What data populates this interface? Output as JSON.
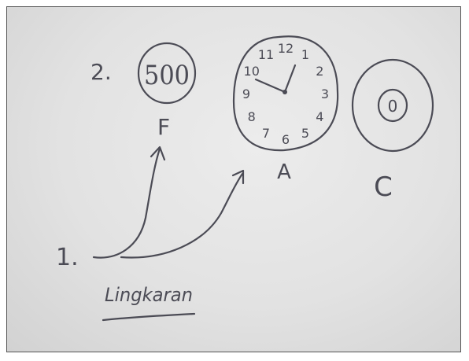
{
  "photo": {
    "numbers": {
      "item_one": "1.",
      "item_two": "2."
    },
    "coin": {
      "value": "500",
      "letter": "F"
    },
    "clock": {
      "letter": "A",
      "numerals": [
        "12",
        "1",
        "2",
        "3",
        "4",
        "5",
        "6",
        "7",
        "8",
        "9",
        "10",
        "11"
      ]
    },
    "target": {
      "inner": "0",
      "letter": "C"
    },
    "word": "Lingkaran",
    "colors": {
      "ink": "#4b4b55",
      "paper": "#e4e4e4"
    }
  }
}
